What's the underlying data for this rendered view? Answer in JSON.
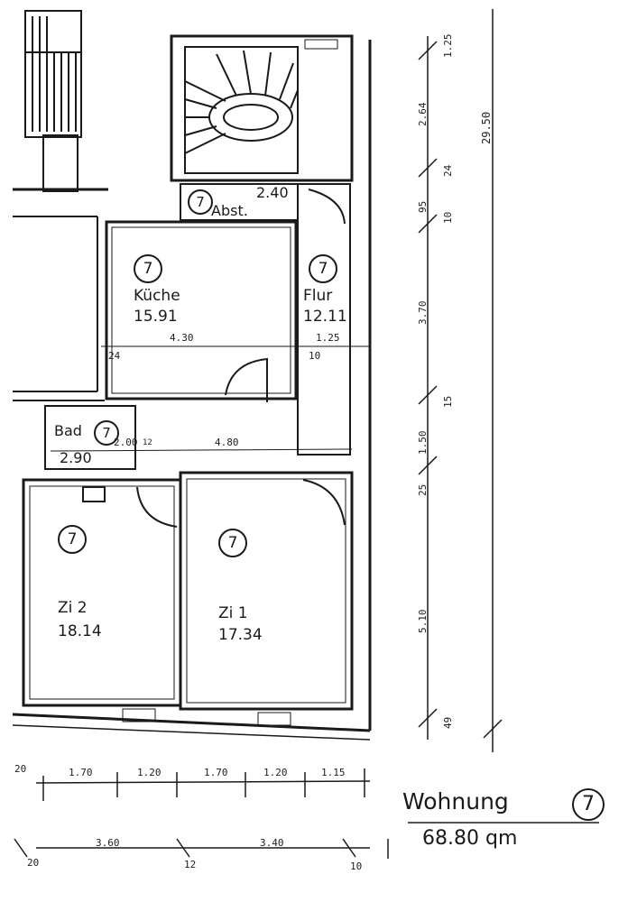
{
  "unit_no": "7",
  "summary": {
    "title": "Wohnung",
    "area": "68.80 qm"
  },
  "rooms": {
    "abst": {
      "name": "Abst.",
      "size": "2.40"
    },
    "kueche": {
      "name": "Küche",
      "area": "15.91"
    },
    "flur": {
      "name": "Flur",
      "area": "12.11"
    },
    "bad": {
      "name": "Bad",
      "size": "2.90"
    },
    "zi2": {
      "name": "Zi 2",
      "area": "18.14"
    },
    "zi1": {
      "name": "Zi 1",
      "area": "17.34"
    }
  },
  "dims_inner": {
    "kueche_width": "4.30",
    "flur_width": "1.25",
    "d24": "24",
    "d10": "10",
    "bad_width": "2.00",
    "d12": "12",
    "d480": "4.80"
  },
  "dims_right": {
    "total": "29.50",
    "a": "1.25",
    "b": "2.64",
    "c": "24",
    "d": "95",
    "e": "10",
    "f": "3.70",
    "g": "15",
    "h": "1.50",
    "i": "25",
    "j": "5.10",
    "k": "49"
  },
  "dims_bottom_row1": [
    "20",
    "1.70",
    "1.20",
    "1.70",
    "1.20",
    "1.15"
  ],
  "dims_bottom_row2": [
    "20",
    "3.60",
    "12",
    "3.40",
    "10"
  ]
}
